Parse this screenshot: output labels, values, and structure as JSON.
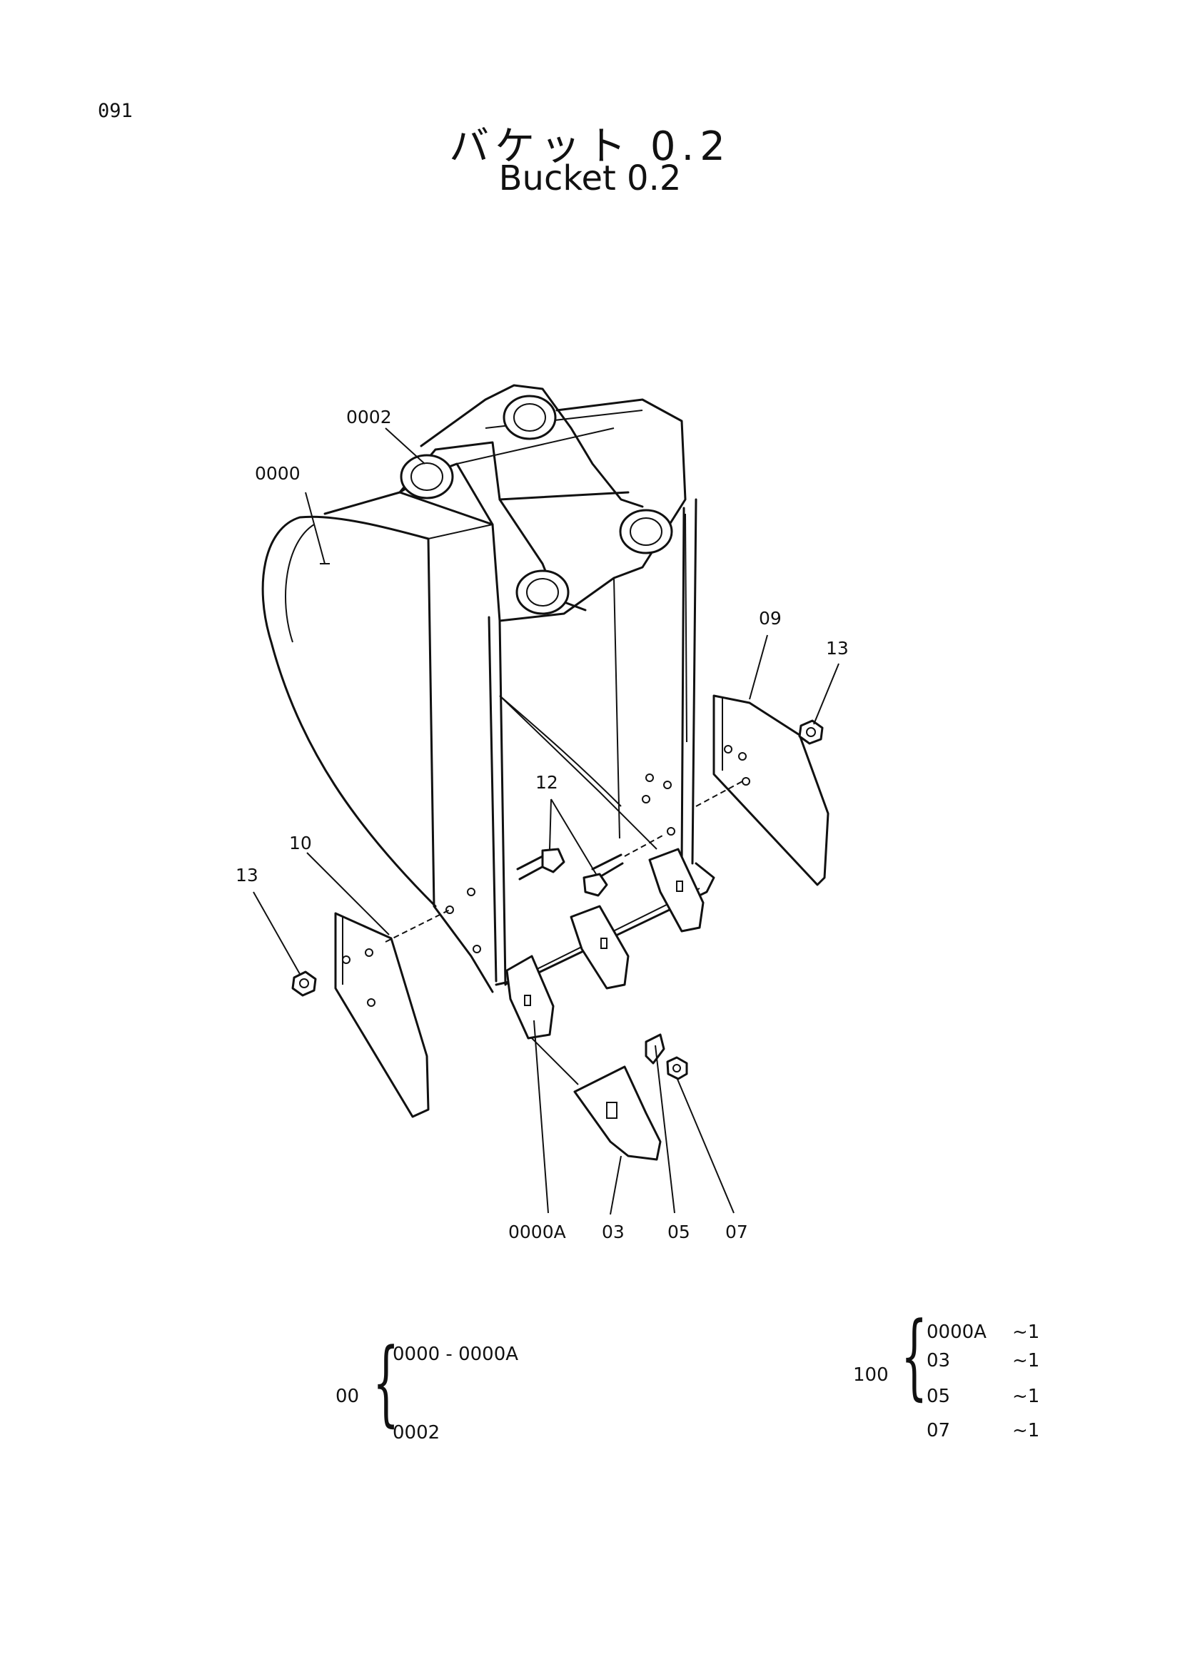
{
  "header": {
    "page_number": "091",
    "title_ja": "バケット 0.2",
    "title_en": "Bucket 0.2"
  },
  "callouts": {
    "bucket": "0000",
    "bushing": "0002",
    "side_cutter_right": "09",
    "nut_right": "13",
    "bolts": "12",
    "side_cutter_left": "10",
    "nut_left": "13",
    "shank": "0000A",
    "tooth": "03",
    "pin": "05",
    "lock": "07"
  },
  "assembly_groups": [
    {
      "code": "00",
      "members": [
        {
          "part": "0000 - 0000A",
          "qty": ""
        },
        {
          "part": "0002",
          "qty": ""
        }
      ]
    },
    {
      "code": "100",
      "members": [
        {
          "part": "0000A",
          "qty": "~1"
        },
        {
          "part": "03",
          "qty": "~1"
        },
        {
          "part": "05",
          "qty": "~1"
        },
        {
          "part": "07",
          "qty": "~1"
        }
      ]
    }
  ]
}
